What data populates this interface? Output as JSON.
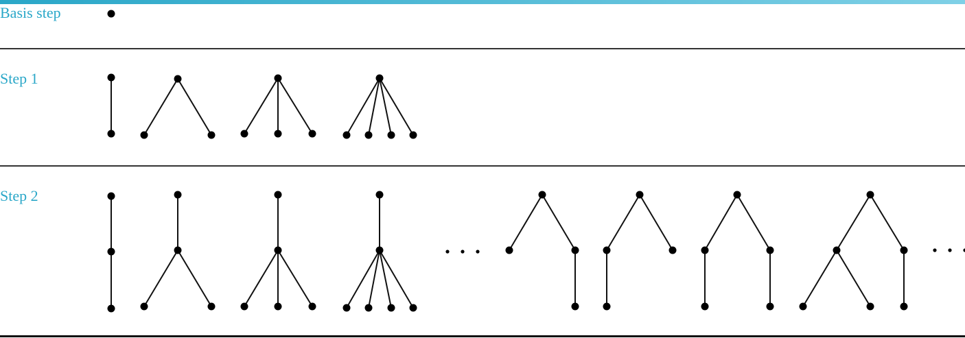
{
  "labels": {
    "basis": "Basis step",
    "step1": "Step 1",
    "step2": "Step 2"
  },
  "colors": {
    "label": "#2aa7c8",
    "line": "#111111",
    "vertex": "#000000"
  },
  "ellipsis_count": 2
}
